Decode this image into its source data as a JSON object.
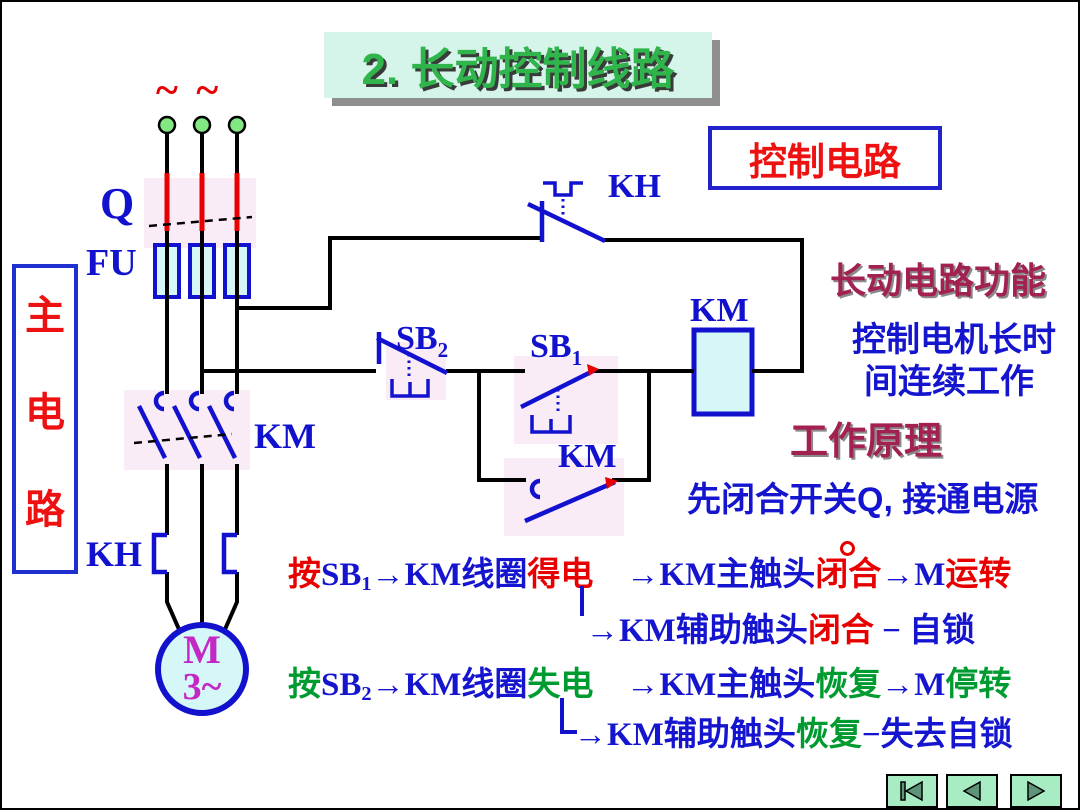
{
  "colors": {
    "blue": "#1515d0",
    "red": "#e80000",
    "green": "#009b30",
    "maroon": "#a32052",
    "title_green": "#2fb54b",
    "magenta": "#c428c4",
    "circuit_blue": "#1212ce",
    "pale_cyan": "#d6f7f7",
    "pale_pink": "#faecf7",
    "terminal_green": "#82e882",
    "nav_bg": "#a7ecc2",
    "nav_triangle": "#5e9477"
  },
  "title": "2. 长动控制线路",
  "control_circuit_label": "控制电路",
  "main_circuit_label": {
    "char1": "主",
    "char2": "电",
    "char3": "路"
  },
  "labels": {
    "tilde": "~ ~",
    "q": "Q",
    "fu": "FU",
    "km": "KM",
    "kh": "KH",
    "sb": "SB",
    "sb1_sub": "1",
    "sb2_sub": "2",
    "m": "M",
    "m_phase": "3~"
  },
  "right_panel": {
    "heading1": "长动电路功能",
    "body1a": "控制电机长时",
    "body1b": "间连续工作",
    "heading2": "工作原理",
    "body2": "先闭合开关Q, 接通电源"
  },
  "flow_lines": {
    "line1": [
      {
        "t": "按",
        "c": "red"
      },
      {
        "t": "SB",
        "c": "blue"
      },
      {
        "t": "1",
        "c": "blue",
        "sub": true
      },
      {
        "t": "→KM线圈",
        "c": "blue"
      },
      {
        "t": "得电",
        "c": "red"
      },
      {
        "t": "　",
        "c": "blue"
      },
      {
        "t": "→KM主触头",
        "c": "blue"
      },
      {
        "t": "闭合",
        "c": "red"
      },
      {
        "t": "→M",
        "c": "blue"
      },
      {
        "t": "运转",
        "c": "red"
      }
    ],
    "line2": [
      {
        "t": "→KM辅助触头",
        "c": "blue"
      },
      {
        "t": "闭合",
        "c": "red"
      },
      {
        "t": " − 自锁",
        "c": "blue"
      }
    ],
    "line3": [
      {
        "t": "按",
        "c": "green"
      },
      {
        "t": "SB",
        "c": "blue"
      },
      {
        "t": "2",
        "c": "blue",
        "sub": true
      },
      {
        "t": "→KM线圈",
        "c": "blue"
      },
      {
        "t": "失电",
        "c": "green"
      },
      {
        "t": "　",
        "c": "blue"
      },
      {
        "t": "→KM主触头",
        "c": "blue"
      },
      {
        "t": "恢复",
        "c": "green"
      },
      {
        "t": "→M",
        "c": "blue"
      },
      {
        "t": "停转",
        "c": "green"
      }
    ],
    "line4": [
      {
        "t": "→KM辅助触头",
        "c": "blue"
      },
      {
        "t": "恢复",
        "c": "green"
      },
      {
        "t": "−失去自锁",
        "c": "blue"
      }
    ]
  },
  "nav": {
    "icons": [
      "skip-to-first-icon",
      "previous-icon",
      "next-icon"
    ]
  }
}
